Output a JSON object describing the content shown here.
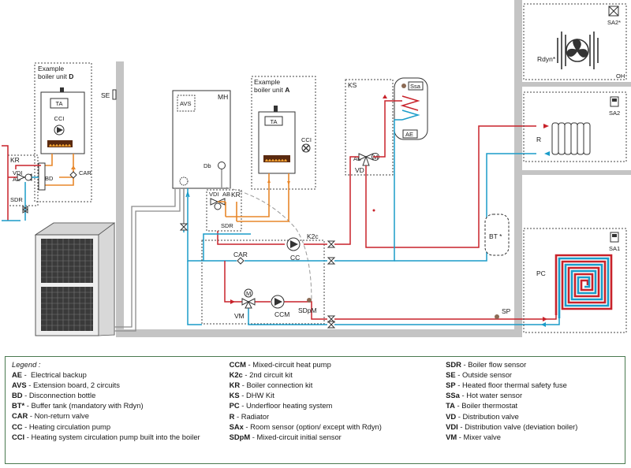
{
  "diagram": {
    "boiler_d_title_1": "Example",
    "boiler_d_title_2": "boiler unit ",
    "boiler_d_letter": "D",
    "boiler_a_title_1": "Example",
    "boiler_a_title_2": "boiler unit ",
    "boiler_a_letter": "A",
    "ta": "TA",
    "cci": "CCI",
    "kr": "KR",
    "vdi": "VDI",
    "ab": "AB",
    "a": "A",
    "b": "B",
    "bd": "BD",
    "car": "CAR",
    "sdr": "SDR",
    "se": "SE",
    "mh": "MH",
    "avs": "AVS",
    "db": "Db",
    "ks": "KS",
    "ssa": "Ssa",
    "ae": "AE",
    "ab_ks": "AB",
    "vd": "VD",
    "m": "M",
    "k2c": "K2c",
    "cc": "CC",
    "vm": "VM",
    "ccm": "CCM",
    "sdpm": "SDpM",
    "r": "R",
    "bt": "BT *",
    "sp": "SP",
    "pc": "PC",
    "sa1": "SA1",
    "sa2": "SA2",
    "sa2star": "SA2*",
    "rdyn": "Rdyn*",
    "oh": "OH",
    "dot": "•"
  },
  "legend": {
    "title": "Legend :",
    "col1": [
      {
        "code": "AE",
        "sep": " -  ",
        "desc": "Electrical backup"
      },
      {
        "code": "AVS",
        "sep": " - ",
        "desc": "Extension board, 2 circuits"
      },
      {
        "code": "BD",
        "sep": " - ",
        "desc": "Disconnection bottle"
      },
      {
        "code": "BT*",
        "sep": " - ",
        "desc": "Buffer tank (mandatory with Rdyn)"
      },
      {
        "code": "CAR",
        "sep": " - ",
        "desc": "Non-return valve"
      },
      {
        "code": "CC",
        "sep": " - ",
        "desc": "Heating circulation pump"
      },
      {
        "code": "CCI",
        "sep": " - ",
        "desc": "Heating system circulation pump built into the boiler"
      }
    ],
    "col2": [
      {
        "code": "CCM",
        "sep": " - ",
        "desc": "Mixed-circuit heat pump"
      },
      {
        "code": "K2c",
        "sep": " - ",
        "desc": "2nd circuit kit"
      },
      {
        "code": "KR",
        "sep": " - ",
        "desc": "Boiler connection kit"
      },
      {
        "code": "KS",
        "sep": " - ",
        "desc": "DHW Kit"
      },
      {
        "code": "PC",
        "sep": " - ",
        "desc": "Underfloor heating system"
      },
      {
        "code": "R",
        "sep": " - ",
        "desc": "Radiator"
      },
      {
        "code": "SAx",
        "sep": " - ",
        "desc": "Room sensor (option/ except with Rdyn)"
      },
      {
        "code": "SDpM",
        "sep": " - ",
        "desc": "Mixed-circuit initial sensor"
      }
    ],
    "col3": [
      {
        "code": "SDR",
        "sep": " - ",
        "desc": "Boiler flow sensor"
      },
      {
        "code": "SE",
        "sep": " - ",
        "desc": "Outside sensor"
      },
      {
        "code": "SP",
        "sep": " - ",
        "desc": "Heated floor thermal safety fuse"
      },
      {
        "code": "SSa",
        "sep": " - ",
        "desc": "Hot water sensor"
      },
      {
        "code": "TA",
        "sep": " - ",
        "desc": "Boiler thermostat"
      },
      {
        "code": "VD",
        "sep": " - ",
        "desc": "Distribution valve"
      },
      {
        "code": "VDI",
        "sep": " - ",
        "desc": "Distribution valve (deviation boiler)"
      },
      {
        "code": "VM",
        "sep": " - ",
        "desc": "Mixer valve"
      }
    ]
  },
  "colors": {
    "flow": "#c8222a",
    "return": "#1a9cc9",
    "boiler_pipe": "#e8872a",
    "wall": "#bdbdbd",
    "outline": "#333333",
    "legend_border": "#4a7a50"
  }
}
